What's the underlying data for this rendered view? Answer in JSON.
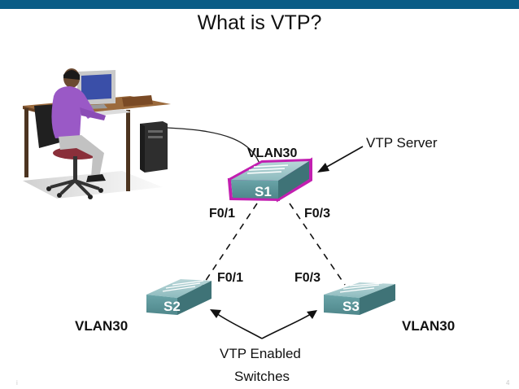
{
  "title": "What is VTP?",
  "vtp_server_label": "VTP Server",
  "vtp_enabled_label_line1": "VTP Enabled",
  "vtp_enabled_label_line2": "Switches",
  "switches": {
    "s1": {
      "name": "S1",
      "vlan": "VLAN30",
      "port_left": "F0/1",
      "port_right": "F0/3"
    },
    "s2": {
      "name": "S2",
      "vlan": "VLAN30",
      "port": "F0/1"
    },
    "s3": {
      "name": "S3",
      "vlan": "VLAN30",
      "port": "F0/3"
    }
  },
  "footer": {
    "left_mark": "i",
    "page_number": "4"
  },
  "colors": {
    "top_bar": "#0b5c86",
    "switch_face": "#5f9aa0",
    "server_highlight": "#c21fb0",
    "shirt": "#9a59c6"
  }
}
